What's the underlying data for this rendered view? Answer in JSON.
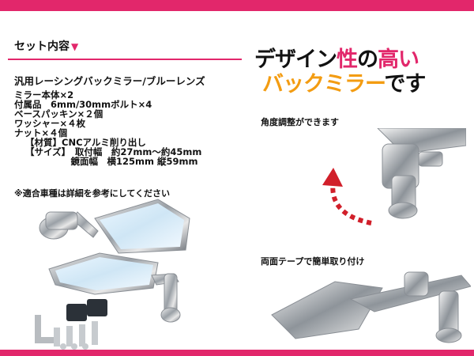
{
  "colors": {
    "accent": "#e2276b",
    "headline_orange": "#f39c12",
    "arrow_red": "#d11f2a"
  },
  "left": {
    "section_title": "セット内容",
    "section_marker": "▼",
    "product_name": "汎用レーシングバックミラー/ブルーレンズ",
    "specs": [
      "ミラー本体×2",
      "付属品　6mm/30mmボルト×4",
      "ベースパッキン×２個",
      "ワッシャー×４枚",
      "ナット×４個",
      "【材質】CNCアルミ削り出し",
      "【サイズ】　取付幅　約27mm～約45mm",
      "　　　　　鏡面幅　横125mm 縦59mm"
    ],
    "note": "※適合車種は詳細を参考にしてください"
  },
  "right": {
    "headline_a": "デザイン",
    "headline_b": "性",
    "headline_c": "の",
    "headline_d": "高い",
    "headline_e": "バックミラー",
    "headline_f": "です",
    "caption_angle": "角度調整ができます",
    "caption_tape": "両面テープで簡単取り付け"
  },
  "icons": [
    "mirror-photo",
    "bolt-kit-photo",
    "angle-arrow-icon",
    "mirror-mount-photo"
  ]
}
